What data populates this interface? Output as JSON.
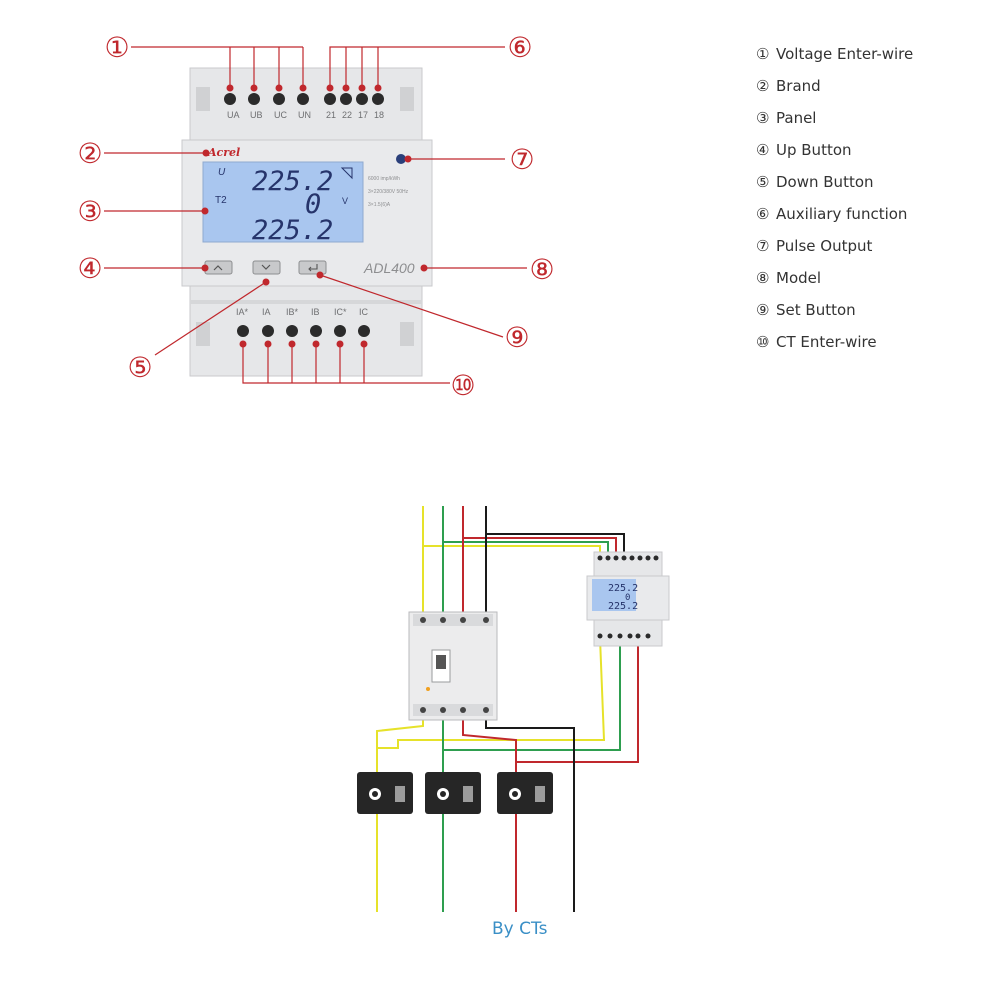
{
  "meter_front": {
    "brand_label": "Acrel",
    "model_label": "ADL400",
    "voltage_terminals": [
      "UA",
      "UB",
      "UC",
      "UN"
    ],
    "aux_terminals": [
      "21",
      "22",
      "17",
      "18"
    ],
    "ct_terminals": [
      "IA*",
      "IA",
      "IB*",
      "IB",
      "IC*",
      "IC"
    ],
    "display": {
      "row1": "225.2",
      "row2": "0",
      "row3": "225.2",
      "unit_symbol": "U",
      "unit_v": "V",
      "tariff": "T2",
      "spec_line1": "6000 imp/kWh",
      "spec_line2": "3×220/380V 50Hz",
      "spec_line3": "3×1.5(6)A"
    }
  },
  "callouts": [
    "①",
    "②",
    "③",
    "④",
    "⑤",
    "⑥",
    "⑦",
    "⑧",
    "⑨",
    "⑩"
  ],
  "legend": [
    {
      "num": "①",
      "label": "Voltage Enter-wire"
    },
    {
      "num": "②",
      "label": "Brand"
    },
    {
      "num": "③",
      "label": "Panel"
    },
    {
      "num": "④",
      "label": "Up Button"
    },
    {
      "num": "⑤",
      "label": "Down Button"
    },
    {
      "num": "⑥",
      "label": "Auxiliary function"
    },
    {
      "num": "⑦",
      "label": "Pulse Output"
    },
    {
      "num": "⑧",
      "label": "Model"
    },
    {
      "num": "⑨",
      "label": "Set Button"
    },
    {
      "num": "⑩",
      "label": "CT Enter-wire"
    }
  ],
  "wiring": {
    "caption": "By CTs",
    "mini_display": {
      "row1": "225.2",
      "row2": "0",
      "row3": "225.2"
    },
    "wire_colors": {
      "phase_a": "#e6e22a",
      "phase_b": "#2e9e4f",
      "phase_c": "#c0282d",
      "neutral": "#1a1a1a"
    }
  },
  "colors": {
    "callout": "#c0282d",
    "lcd": "#a9c6ef",
    "lcd_text": "#26346b",
    "housing": "#e4e5e7"
  }
}
